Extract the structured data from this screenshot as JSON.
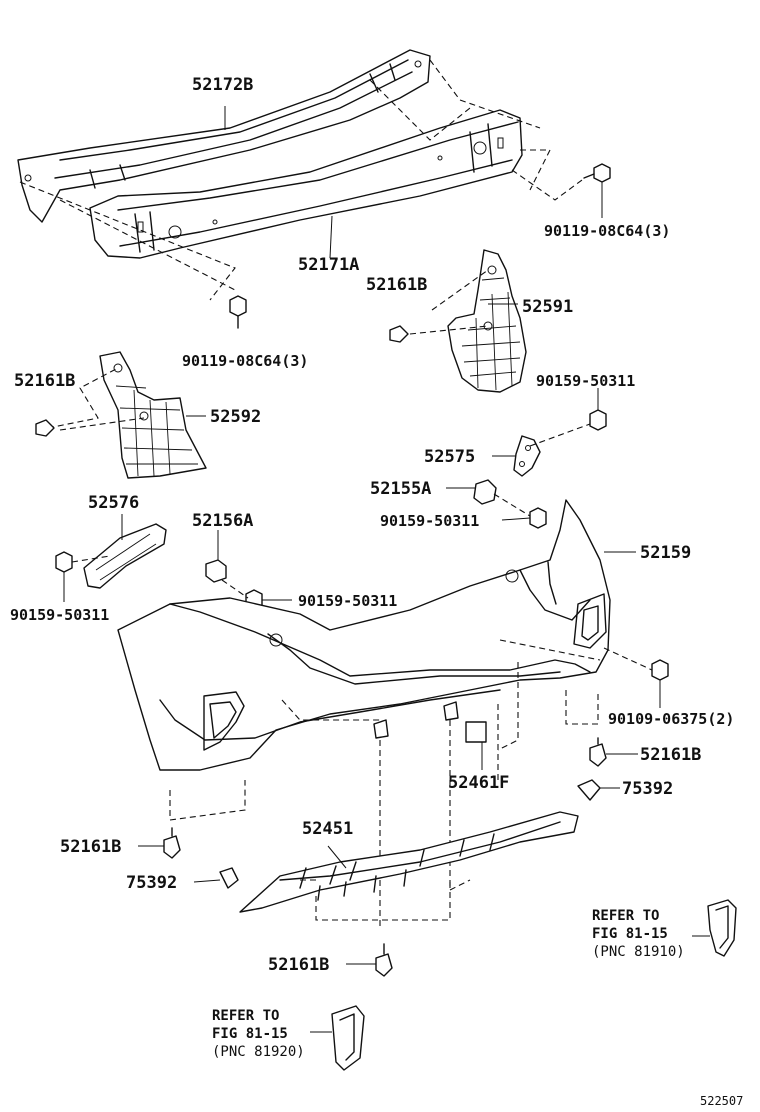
{
  "labels": {
    "p52172B": "52172B",
    "p52171A": "52171A",
    "bolt_top_right": "90119-08C64(3)",
    "bolt_top_left": "90119-08C64(3)",
    "p52161B_a": "52161B",
    "p52591": "52591",
    "p52161B_b": "52161B",
    "p52592": "52592",
    "bolt_50311_a": "90159-50311",
    "p52575": "52575",
    "p52155A": "52155A",
    "bolt_50311_b": "90159-50311",
    "p52576": "52576",
    "p52156A": "52156A",
    "p52159": "52159",
    "bolt_50311_c": "90159-50311",
    "bolt_50311_d": "90159-50311",
    "bolt_06375": "90109-06375(2)",
    "p52161B_c": "52161B",
    "p52461F": "52461F",
    "p75392_a": "75392",
    "p52451": "52451",
    "p52161B_d": "52161B",
    "p75392_b": "75392",
    "p52161B_e": "52161B"
  },
  "refs": {
    "right": {
      "line1": "REFER TO",
      "line2": "FIG 81-15",
      "line3": "(PNC 81910)"
    },
    "left": {
      "line1": "REFER TO",
      "line2": "FIG 81-15",
      "line3": "(PNC 81920)"
    }
  },
  "figure_id": "522507"
}
